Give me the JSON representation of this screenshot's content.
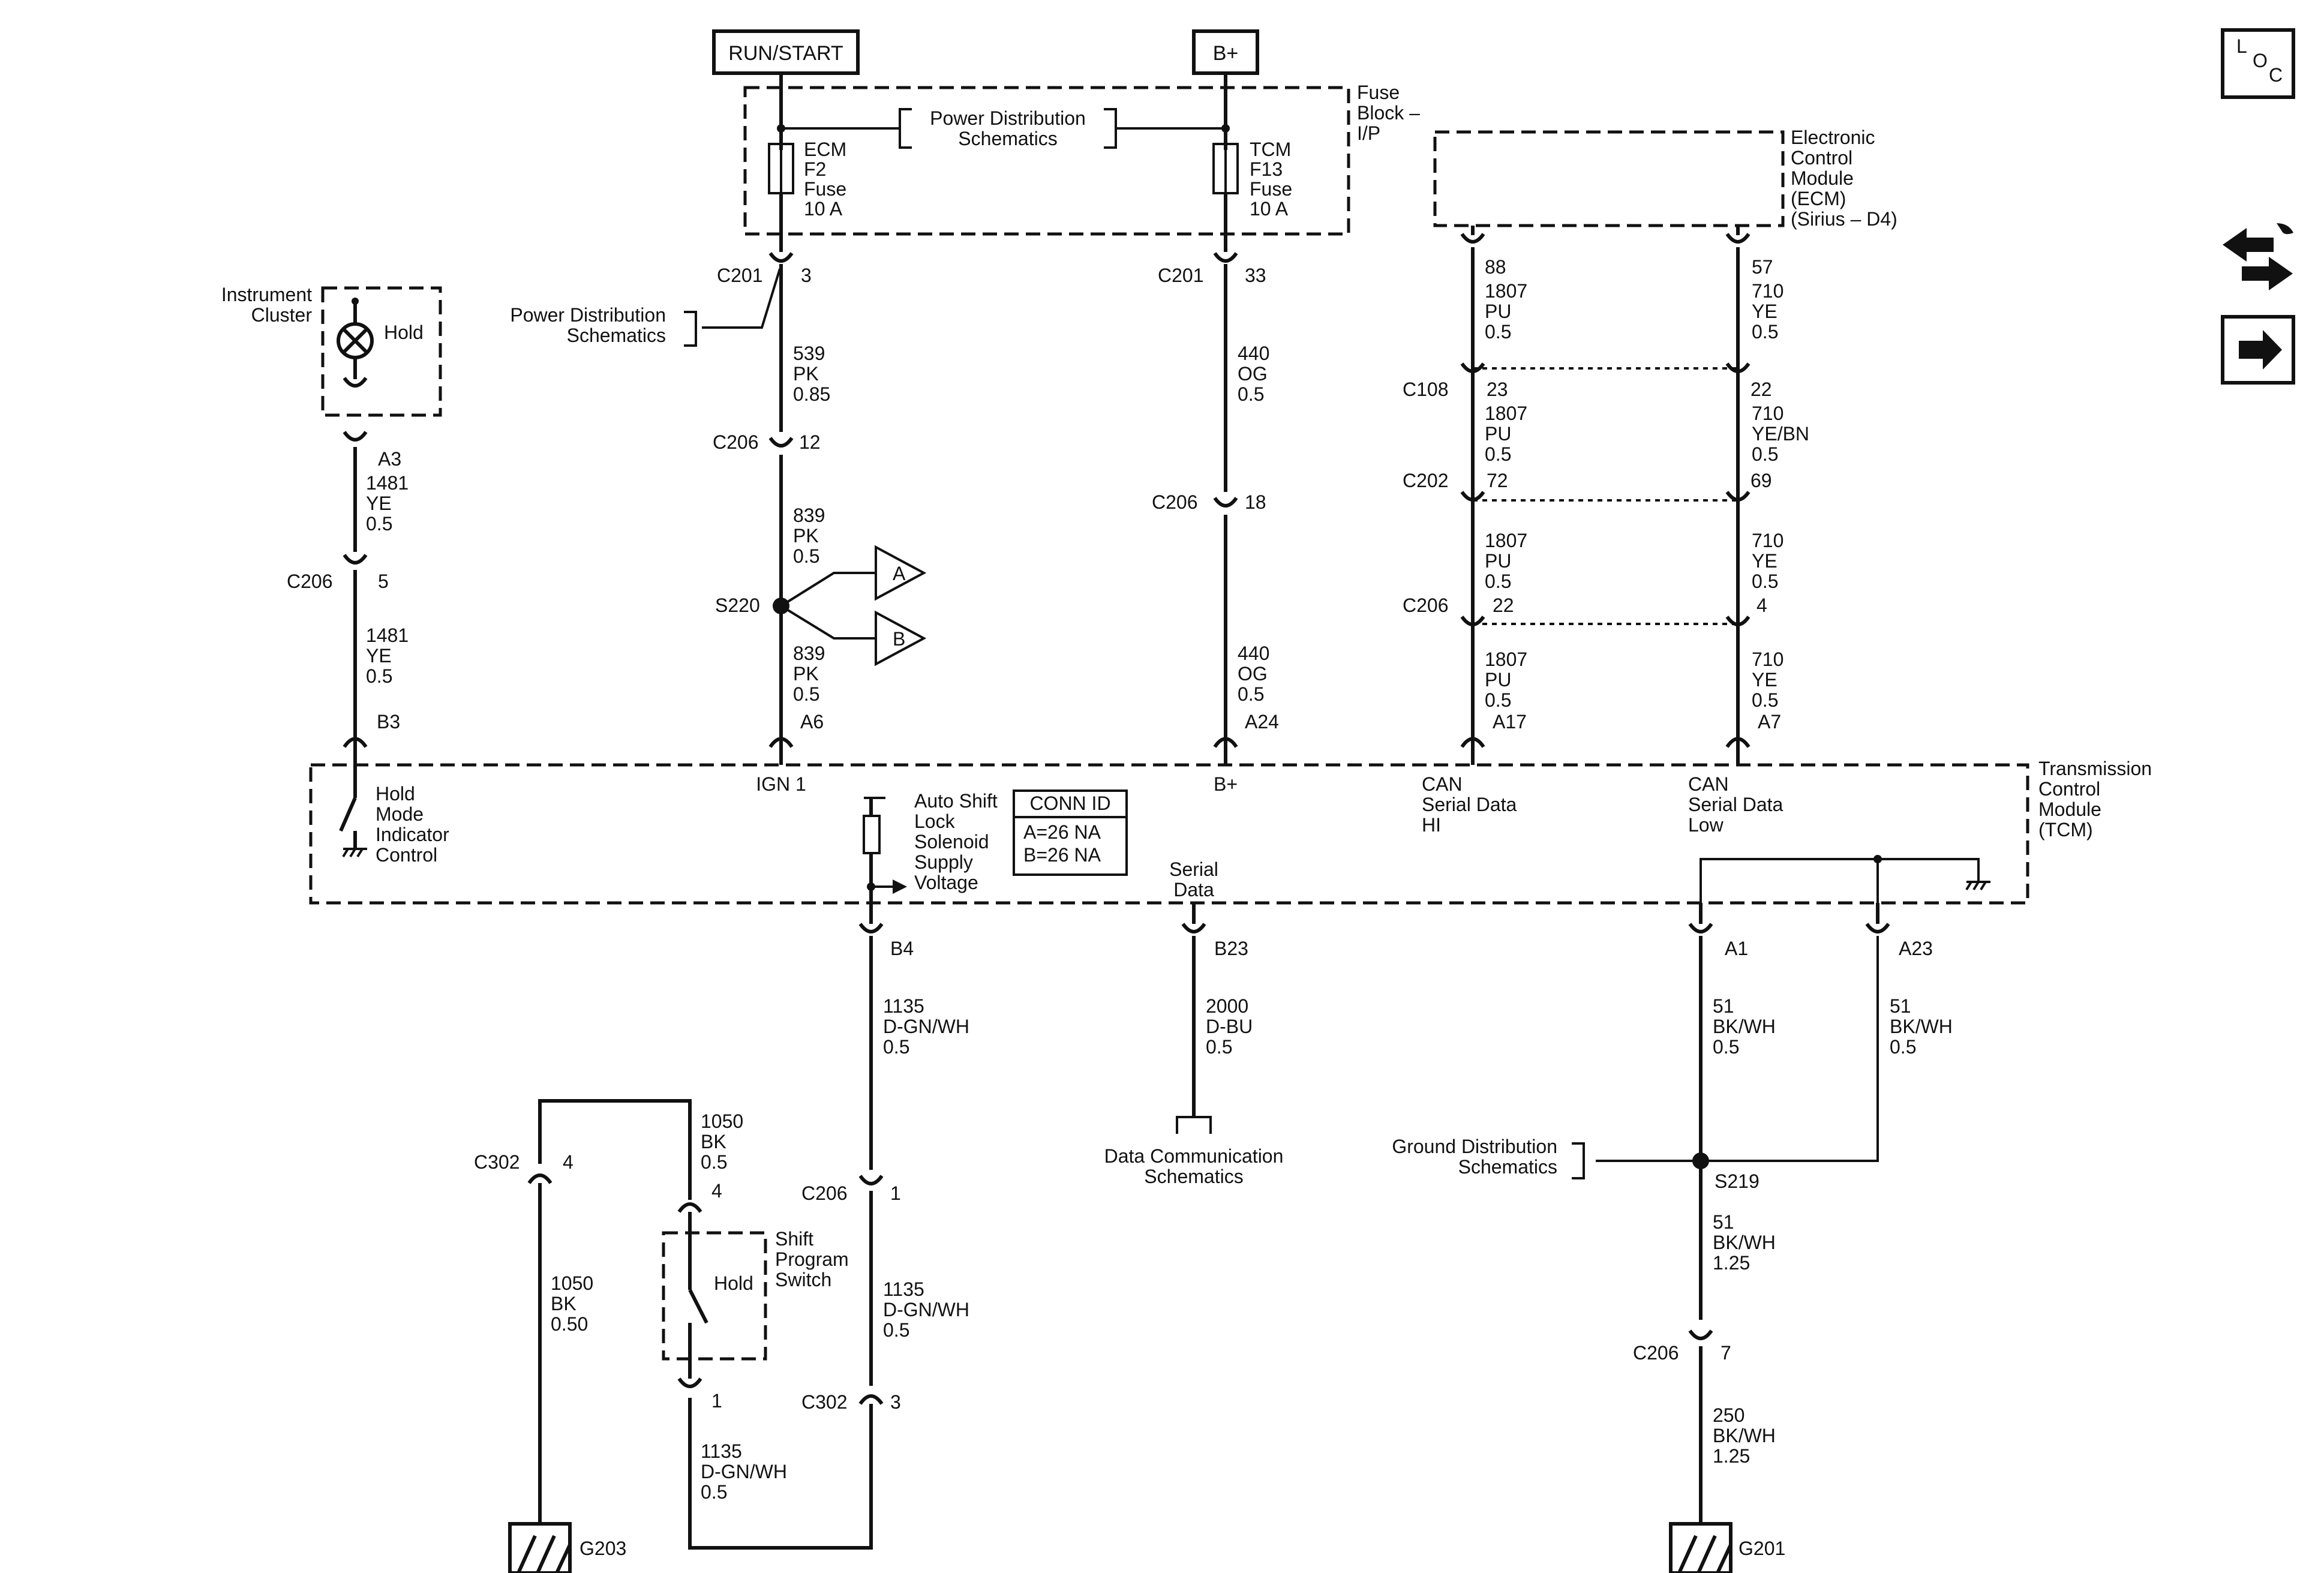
{
  "nodes": {
    "run_start": "RUN/START",
    "b_plus": "B+",
    "fuse_block": [
      "Fuse",
      "Block –",
      "I/P"
    ],
    "power_dist_top": [
      "Power Distribution",
      "Schematics"
    ],
    "ecm_fuse": [
      "ECM",
      "F2",
      "Fuse",
      "10 A"
    ],
    "tcm_fuse": [
      "TCM",
      "F13",
      "Fuse",
      "10 A"
    ],
    "power_dist_left": [
      "Power Distribution",
      "Schematics"
    ],
    "instrument_cluster": [
      "Instrument",
      "Cluster"
    ],
    "hold": "Hold",
    "ecm": [
      "Electronic",
      "Control",
      "Module",
      "(ECM)",
      "(Sirius – D4)"
    ],
    "tcm": [
      "Transmission",
      "Control",
      "Module",
      "(TCM)"
    ],
    "hold_mode": [
      "Hold",
      "Mode",
      "Indicator",
      "Control"
    ],
    "ign1": "IGN 1",
    "tcm_bplus": "B+",
    "can_hi": [
      "CAN",
      "Serial Data",
      "HI"
    ],
    "can_low": [
      "CAN",
      "Serial Data",
      "Low"
    ],
    "auto_shift": [
      "Auto Shift",
      "Lock",
      "Solenoid",
      "Supply",
      "Voltage"
    ],
    "conn_id": [
      "CONN ID",
      "A=26 NA",
      "B=26 NA"
    ],
    "serial_data": [
      "Serial",
      "Data"
    ],
    "data_comm": [
      "Data Communication",
      "Schematics"
    ],
    "ground_dist": [
      "Ground Distribution",
      "Schematics"
    ],
    "shift_program": [
      "Shift",
      "Program",
      "Switch"
    ],
    "shift_hold": "Hold",
    "offpage_a": "A",
    "offpage_b": "B",
    "loc_icon": [
      "L",
      "O",
      "C"
    ]
  },
  "connectors": {
    "c201_3": [
      "C201",
      "3"
    ],
    "c201_33": [
      "C201",
      "33"
    ],
    "c206_12": [
      "C206",
      "12"
    ],
    "c206_18": [
      "C206",
      "18"
    ],
    "s220": "S220",
    "a6": "A6",
    "a24": "A24",
    "a3": "A3",
    "c206_5": [
      "C206",
      "5"
    ],
    "b3": "B3",
    "p88": "88",
    "p57": "57",
    "c108": [
      "C108",
      "23",
      "22"
    ],
    "c202": [
      "C202",
      "72",
      "69"
    ],
    "c206_22": [
      "C206",
      "22",
      "4"
    ],
    "a17": "A17",
    "a7": "A7",
    "b4": "B4",
    "b23": "B23",
    "a1": "A1",
    "a23": "A23",
    "c206_1": [
      "C206",
      "1"
    ],
    "c302_3": [
      "C302",
      "3"
    ],
    "c302_4": [
      "C302",
      "4"
    ],
    "sw4": "4",
    "sw1": "1",
    "s219": "S219",
    "c206_7": [
      "C206",
      "7"
    ],
    "g203": "G203",
    "g201": "G201"
  },
  "wires": {
    "w539": [
      "539",
      "PK",
      "0.85"
    ],
    "w839a": [
      "839",
      "PK",
      "0.5"
    ],
    "w839b": [
      "839",
      "PK",
      "0.5"
    ],
    "w440a": [
      "440",
      "OG",
      "0.5"
    ],
    "w440b": [
      "440",
      "OG",
      "0.5"
    ],
    "w1481a": [
      "1481",
      "YE",
      "0.5"
    ],
    "w1481b": [
      "1481",
      "YE",
      "0.5"
    ],
    "w1807a": [
      "1807",
      "PU",
      "0.5"
    ],
    "w1807b": [
      "1807",
      "PU",
      "0.5"
    ],
    "w1807c": [
      "1807",
      "PU",
      "0.5"
    ],
    "w1807d": [
      "1807",
      "PU",
      "0.5"
    ],
    "w710a": [
      "710",
      "YE",
      "0.5"
    ],
    "w710b": [
      "710",
      "YE/BN",
      "0.5"
    ],
    "w710c": [
      "710",
      "YE",
      "0.5"
    ],
    "w710d": [
      "710",
      "YE",
      "0.5"
    ],
    "w1135a": [
      "1135",
      "D-GN/WH",
      "0.5"
    ],
    "w1135b": [
      "1135",
      "D-GN/WH",
      "0.5"
    ],
    "w1135c": [
      "1135",
      "D-GN/WH",
      "0.5"
    ],
    "w2000": [
      "2000",
      "D-BU",
      "0.5"
    ],
    "w51a": [
      "51",
      "BK/WH",
      "0.5"
    ],
    "w51b": [
      "51",
      "BK/WH",
      "0.5"
    ],
    "w51c": [
      "51",
      "BK/WH",
      "1.25"
    ],
    "w250": [
      "250",
      "BK/WH",
      "1.25"
    ],
    "w1050a": [
      "1050",
      "BK",
      "0.5"
    ],
    "w1050b": [
      "1050",
      "BK",
      "0.50"
    ]
  }
}
